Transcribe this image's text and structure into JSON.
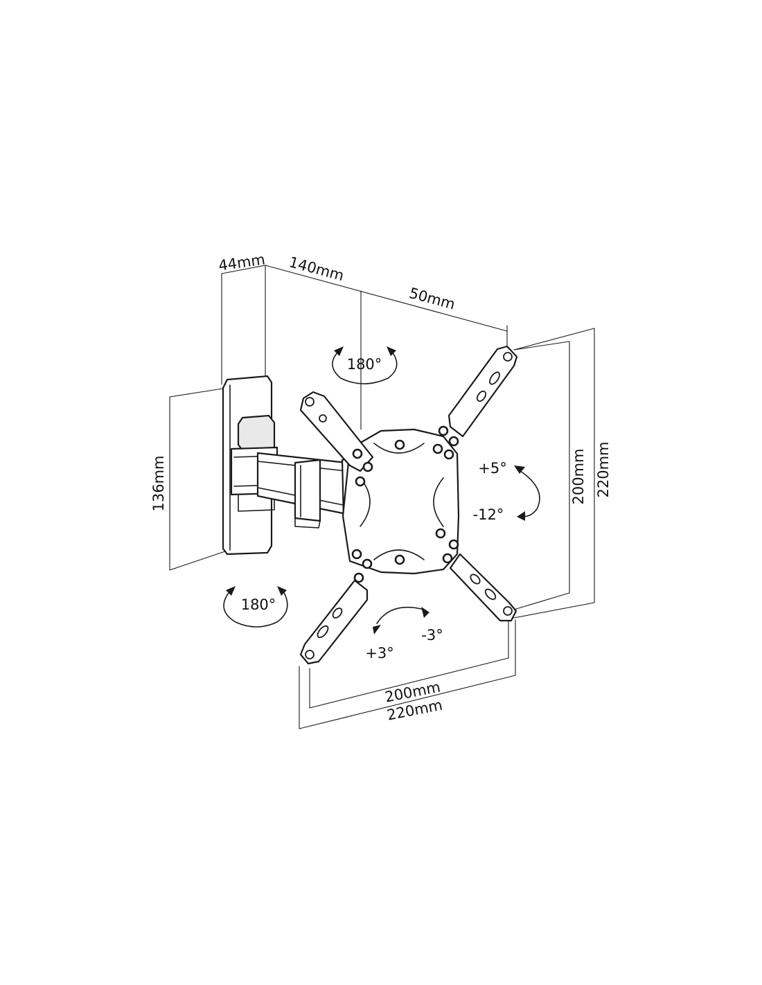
{
  "dimensions": {
    "plate_depth": "44mm",
    "arm_extension": "140mm",
    "arm_offset": "50mm",
    "wall_plate_height": "136mm",
    "vesa_vertical_inner": "200mm",
    "vesa_vertical_outer": "220mm",
    "vesa_horizontal_inner": "200mm",
    "vesa_horizontal_outer": "220mm"
  },
  "rotations": {
    "arm_top_swivel": "180°",
    "arm_bottom_swivel": "180°",
    "tilt_up": "+5°",
    "tilt_down": "-12°",
    "level_plus": "+3°",
    "level_minus": "-3°"
  }
}
